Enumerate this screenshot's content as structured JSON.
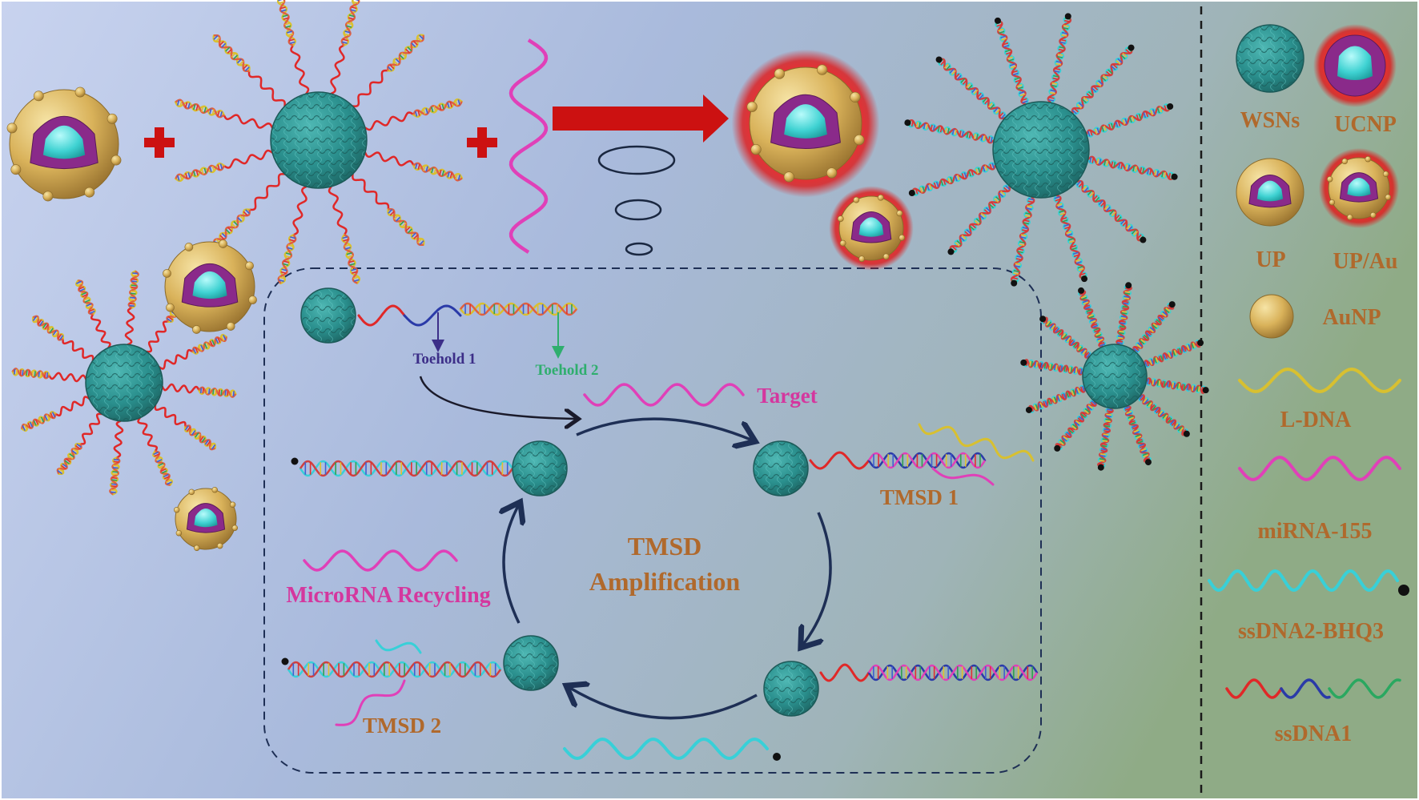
{
  "labels": {
    "toehold1": "Toehold 1",
    "toehold2": "Toehold 2",
    "target": "Target",
    "tmsd1": "TMSD 1",
    "tmsd2": "TMSD 2",
    "tmsd_line1": "TMSD",
    "tmsd_line2": "Amplification",
    "microrna_recycling": "MicroRNA  Recycling"
  },
  "legend": {
    "wsns": "WSNs",
    "ucnp": "UCNP",
    "up": "UP",
    "up_au": "UP/Au",
    "aunp": "AuNP",
    "l_dna": "L-DNA",
    "mirna": "miRNA-155",
    "ssdna2": "ssDNA2-BHQ3",
    "ssdna1": "ssDNA1"
  },
  "colors": {
    "bg_left": "#c3cfec",
    "bg_mid": "#a7b8d8",
    "bg_right": "#8fa888",
    "label_orange": "#b0692c",
    "label_magenta": "#d4379e",
    "label_purple": "#3c2e88",
    "label_green": "#2fae6e",
    "arrow_red": "#cc1111",
    "cycle_navy": "#1e2f55",
    "wsn_teal": "#2f9898",
    "core_cyan": "#3fd2d2",
    "shell_purple": "#8a2a8a",
    "gold": "#d4a84a",
    "mirna_pink": "#e040b8",
    "ssdna2_cyan": "#38d0d8",
    "ssdna1_red": "#e02828",
    "ssdna1_blue": "#2a3aa8",
    "ldna_yellow": "#d8c030"
  }
}
